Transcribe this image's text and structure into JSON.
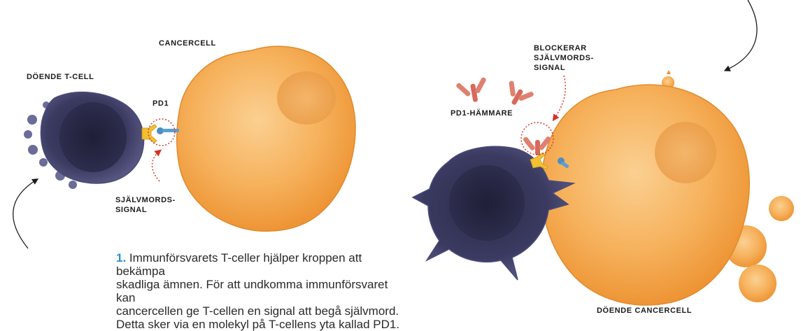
{
  "labels": {
    "cancer_cell": "CANCERCELL",
    "dying_t_cell": "DÖENDE T-CELL",
    "pd1": "PD1",
    "suicide_signal_1": "SJÄLVMORDS-",
    "suicide_signal_2": "SIGNAL",
    "blocks_1": "BLOCKERAR",
    "blocks_2": "SJÄLVMORDS-",
    "blocks_3": "SIGNAL",
    "pd1_inhibitor": "PD1-HÄMMARE",
    "dying_cancer_cell": "DÖENDE CANCERCELL"
  },
  "caption": {
    "number": "1.",
    "line1": "Immunförsvarets T-celler hjälper kroppen att bekämpa",
    "line2": "skadliga ämnen. För att undkomma immunförsvaret kan",
    "line3": "cancercellen ge T-cellen en signal att begå självmord.",
    "line4": "Detta sker via en molekyl på T-cellens yta kallad PD1."
  },
  "colors": {
    "cancer_orange": "#f4a347",
    "t_cell_purple": "#3d3d63",
    "receptor_yellow": "#f2c030",
    "ligand_blue": "#4a8fc0",
    "inhibitor_red": "#d86a5a",
    "pointer_red": "#d93025",
    "caption_accent": "#2a8fd6"
  }
}
